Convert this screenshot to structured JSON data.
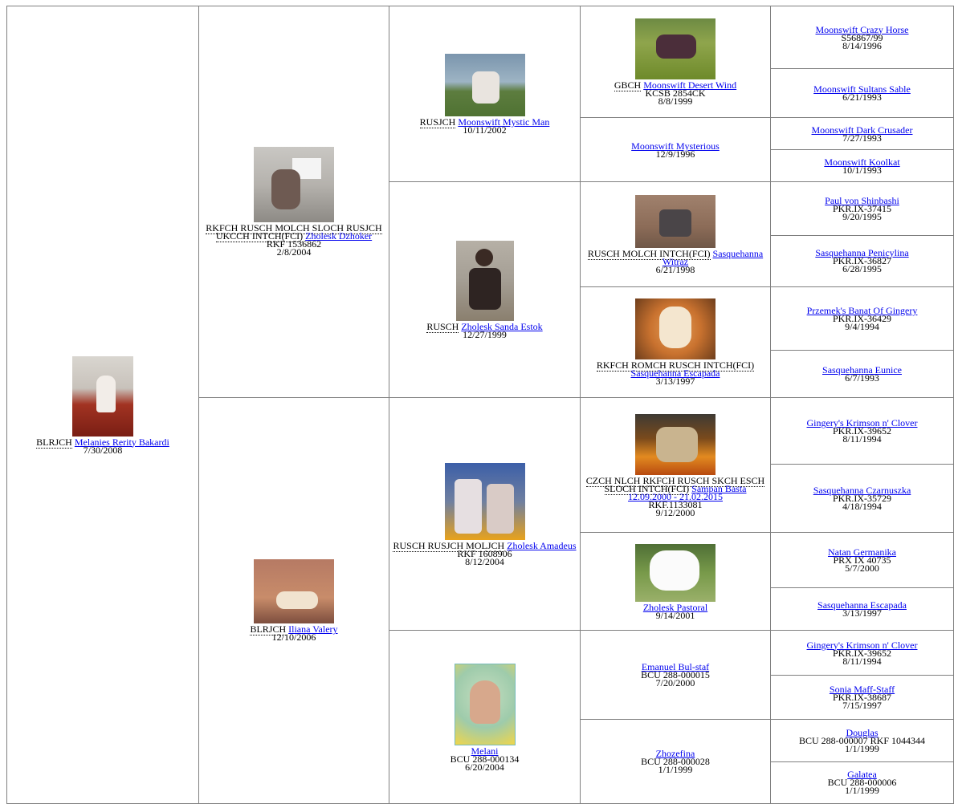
{
  "dogs": {
    "g0": {
      "title": "BLRJCH",
      "name": "Melanies Rerity Bakardi",
      "reg": "",
      "date": "7/30/2008",
      "photo": "photo-dog"
    },
    "sire": {
      "title": "RKFCH RUSCH MOLCH SLOCH RUSJCH UKCCH INTCH(FCI)",
      "name": "Zholesk Dzhoker",
      "reg": "RKF 1536862",
      "date": "2/8/2004",
      "photo": "photo-dog"
    },
    "dam": {
      "title": "BLRJCH",
      "name": "Iliana Valery",
      "reg": "",
      "date": "12/10/2006",
      "photo": "photo-dog"
    },
    "ss": {
      "title": "RUSJCH",
      "name": "Moonswift Mystic Man",
      "reg": "",
      "date": "10/11/2002",
      "photo": "photo-dog"
    },
    "sd": {
      "title": "RUSCH",
      "name": "Zholesk Sanda Estok",
      "reg": "",
      "date": "12/27/1999",
      "photo": "photo-dog"
    },
    "ds": {
      "title": "RUSCH RUSJCH MOLJCH",
      "name": "Zholesk Amadeus",
      "reg": "RKF 1608906",
      "date": "8/12/2004",
      "photo": "photo-dog"
    },
    "dd": {
      "title": "",
      "name": "Melani",
      "reg": "BCU 288-000134",
      "date": "6/20/2004",
      "photo": "photo-dog"
    },
    "sss": {
      "title": "GBCH",
      "name": "Moonswift Desert Wind",
      "reg": "KCSB 2854CK",
      "date": "8/8/1999",
      "photo": "photo-dog"
    },
    "ssd": {
      "title": "",
      "name": "Moonswift Mysterious",
      "reg": "",
      "date": "12/9/1996"
    },
    "sds": {
      "title": "RUSCH MOLCH INTCH(FCI)",
      "name": "Sasquehanna Witraz",
      "reg": "",
      "date": "6/21/1998",
      "photo": "photo-dog"
    },
    "sdd": {
      "title": "RKFCH ROMCH RUSCH INTCH(FCI)",
      "name": "Sasquehanna Escapada",
      "reg": "",
      "date": "3/13/1997",
      "photo": "photo-dog"
    },
    "dss": {
      "title": "CZCH NLCH RKFCH RUSCH SKCH ESCH SLOCH INTCH(FCI)",
      "name": "Sampan Basta 12.09.2000 - 21.02.2015",
      "reg": "RKF.1133081",
      "date": "9/12/2000",
      "photo": "photo-dog"
    },
    "dsd": {
      "title": "",
      "name": "Zholesk Pastoral",
      "reg": "",
      "date": "9/14/2001",
      "photo": "photo-dog"
    },
    "dds": {
      "title": "",
      "name": "Emanuel Bul-staf",
      "reg": "BCU 288-000015",
      "date": "7/20/2000"
    },
    "ddd": {
      "title": "",
      "name": "Zhozefina",
      "reg": "BCU 288-000028",
      "date": "1/1/1999"
    },
    "g4": [
      {
        "name": "Moonswift Crazy Horse",
        "reg": "S56867/99",
        "date": "8/14/1996"
      },
      {
        "name": "Moonswift Sultans Sable",
        "reg": "",
        "date": "6/21/1993"
      },
      {
        "name": "Moonswift Dark Crusader",
        "reg": "",
        "date": "7/27/1993"
      },
      {
        "name": "Moonswift Koolkat",
        "reg": "",
        "date": "10/1/1993"
      },
      {
        "name": "Paul von Shinbashi",
        "reg": "PKR.IX-37415",
        "date": "9/20/1995"
      },
      {
        "name": "Sasquehanna Penicylina",
        "reg": "PKR.IX-36827",
        "date": "6/28/1995"
      },
      {
        "name": "Przemek's Banat Of Gingery",
        "reg": "PKR.IX-36429",
        "date": "9/4/1994"
      },
      {
        "name": "Sasquehanna Eunice",
        "reg": "",
        "date": "6/7/1993"
      },
      {
        "name": "Gingery's Krimson n' Clover",
        "reg": "PKR.IX-39652",
        "date": "8/11/1994"
      },
      {
        "name": "Sasquehanna Czarnuszka",
        "reg": "PKR.IX-35729",
        "date": "4/18/1994"
      },
      {
        "name": "Natan Germanika",
        "reg": "PRX IX 40735",
        "date": "5/7/2000"
      },
      {
        "name": "Sasquehanna Escapada",
        "reg": "",
        "date": "3/13/1997"
      },
      {
        "name": "Gingery's Krimson n' Clover",
        "reg": "PKR.IX-39652",
        "date": "8/11/1994"
      },
      {
        "name": "Sonia Maff-Staff",
        "reg": "PKR.IX-38687",
        "date": "7/15/1997"
      },
      {
        "name": "Douglas",
        "reg": "BCU 288-000007 RKF 1044344",
        "date": "1/1/1999"
      },
      {
        "name": "Galatea",
        "reg": "BCU 288-000006",
        "date": "1/1/1999"
      }
    ]
  },
  "colors": {
    "link": "#0000ee",
    "border": "#7f7f7f"
  }
}
